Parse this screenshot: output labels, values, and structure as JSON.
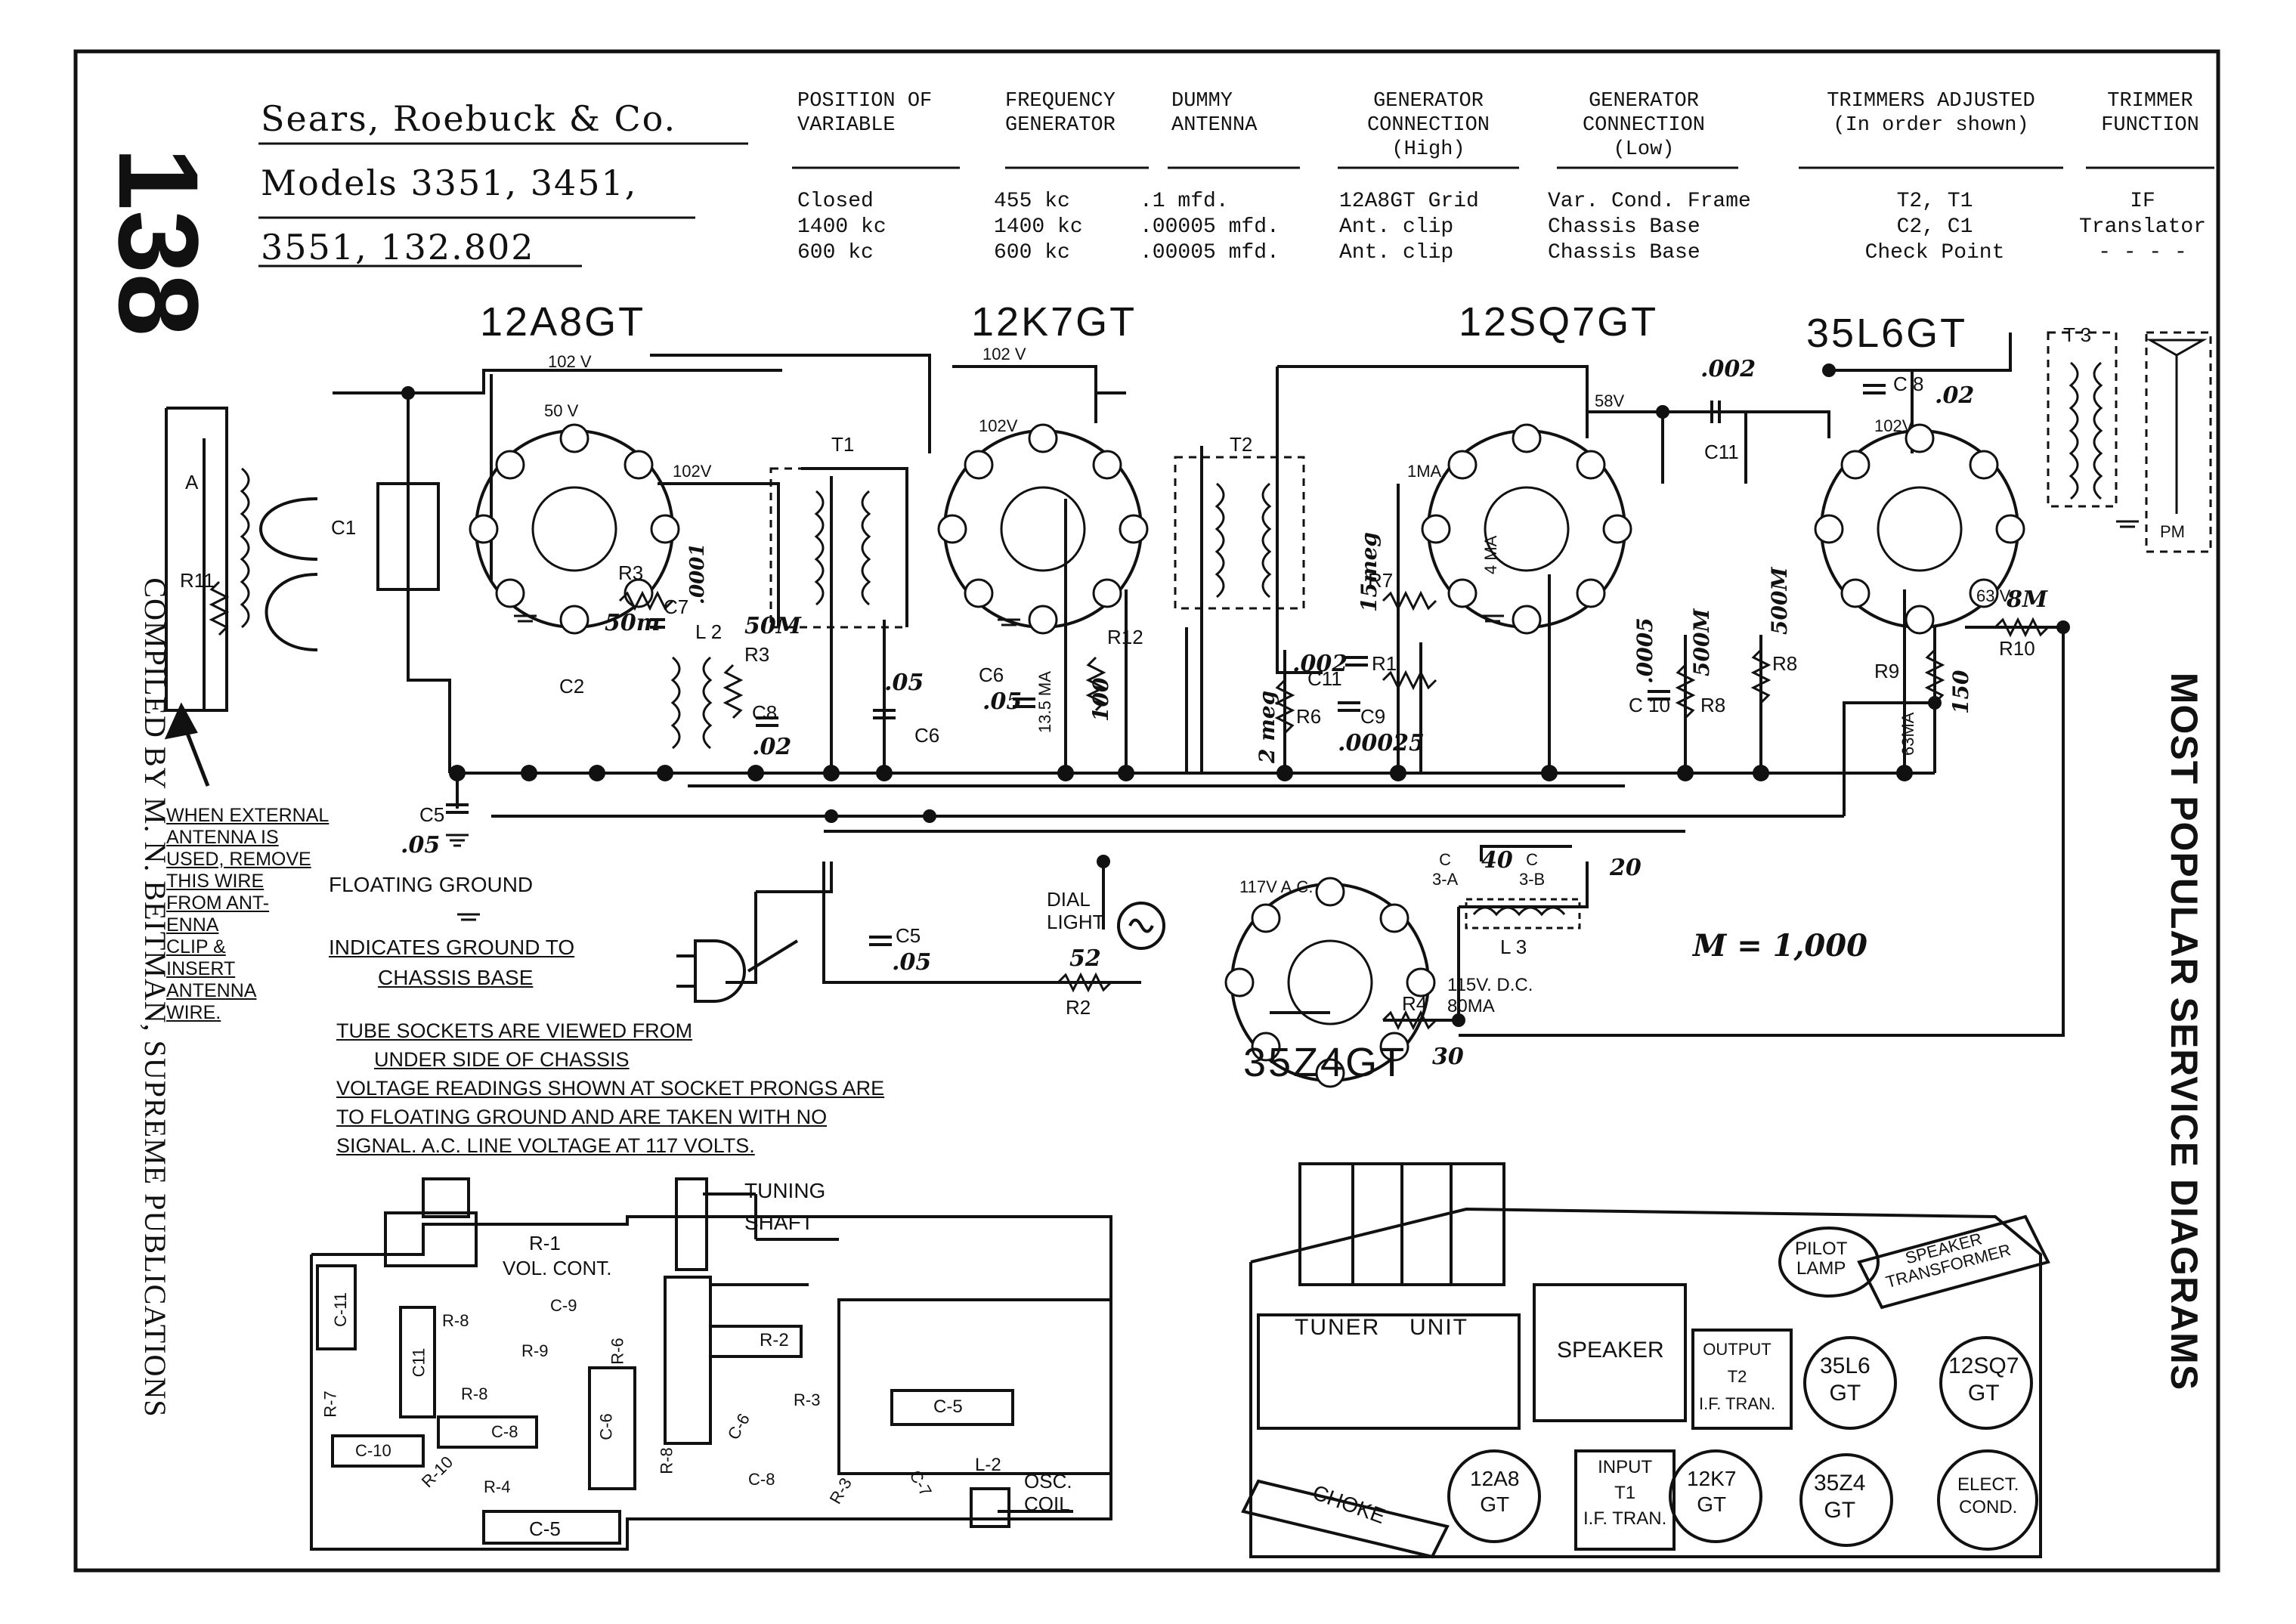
{
  "page_number": "138",
  "header": {
    "company": "Sears, Roebuck & Co.",
    "models_line1": "Models 3351, 3451,",
    "models_line2": "3551, 132.802"
  },
  "alignment_table": {
    "columns": [
      {
        "heading": "POSITION OF\nVARIABLE",
        "rows": [
          "Closed",
          "1400 kc",
          "600 kc"
        ]
      },
      {
        "heading": "FREQUENCY\nGENERATOR",
        "rows": [
          "455 kc",
          "1400 kc",
          "600 kc"
        ]
      },
      {
        "heading": "DUMMY\nANTENNA",
        "rows": [
          ".1 mfd.",
          ".00005 mfd.",
          ".00005 mfd."
        ]
      },
      {
        "heading": "GENERATOR\nCONNECTION\n(High)",
        "rows": [
          "12A8GT Grid",
          "Ant. clip",
          "Ant. clip"
        ]
      },
      {
        "heading": "GENERATOR\nCONNECTION\n(Low)",
        "rows": [
          "Var. Cond. Frame",
          "Chassis Base",
          "Chassis Base"
        ]
      },
      {
        "heading": "TRIMMERS ADJUSTED\n(In order shown)",
        "rows": [
          "T2, T1",
          "C2, C1",
          "Check Point"
        ]
      },
      {
        "heading": "TRIMMER\nFUNCTION",
        "rows": [
          "IF",
          "Translator",
          "- - - -"
        ]
      }
    ]
  },
  "side_text": {
    "left": "COMPILED BY M. N. BEITMAN, SUPREME PUBLICATIONS",
    "right": "MOST POPULAR SERVICE DIAGRAMS"
  },
  "tubes": {
    "t1": "12A8GT",
    "t2": "12K7GT",
    "t3": "12SQ7GT",
    "t4": "35L6GT",
    "t5": "35Z4GT"
  },
  "schematic_labels": {
    "v102a": "102 V",
    "v50": "50 V",
    "v102b": "102V",
    "v102c": "102 V",
    "v102d": "102V",
    "v102e": "102V",
    "v58": "58V",
    "v63": "63 V",
    "v117": "117V\nA.C.",
    "ma4": "4 MA",
    "ma1": "1MA",
    "ma35": "13.5 MA",
    "ma63": "63MA",
    "c1": "C1",
    "c2": "C2",
    "c5a": "C5",
    "c5a_val": ".05",
    "c5b": "C5",
    "c5b_val": ".05",
    "c6": "C6",
    "c6_val": ".05",
    "c6b": "C6",
    "c6b_val": ".05",
    "c7": "C7",
    "c7_val": ".0001",
    "c8": "C8",
    "c8_val": ".02",
    "c8b": "C 8",
    "c8b_val": ".02",
    "c9": "C9",
    "c9_val": ".00025",
    "c10": "C 10",
    "c10_val": ".0005",
    "c11": "C11",
    "c11_val": ".002",
    "c11b": "C11",
    "c11b_val": ".002",
    "c3a": "C\n3-A",
    "c3a_val": "40",
    "c3b": "C\n3-B",
    "c3b_val": "20",
    "r1": "R1",
    "r2": "R2",
    "r2_val": "52",
    "r3": "R3",
    "r3_val": "50m",
    "r3b": "R3",
    "r3b_val": "50M",
    "r4": "R4",
    "r4_val": "30",
    "r6": "R6",
    "r6_val": "2 meg",
    "r7": "R7",
    "r7_val": "15meg",
    "r8": "R8",
    "r8_val": "500M",
    "r8b_val": "500M",
    "r9": "R9",
    "r9_val": "150",
    "r10": "R10",
    "r10_val": "8M",
    "r11": "R11",
    "r12": "R12",
    "r12_val": "100",
    "t1": "T1",
    "t2": "T2",
    "t3": "T 3",
    "l2": "L 2",
    "l3": "L 3",
    "pm": "PM",
    "a": "A",
    "dial_light": "DIAL\nLIGHT",
    "dc": "115V. D.C.\n80MA",
    "m_note": "M = 1,000"
  },
  "notes": {
    "external_antenna": [
      "WHEN EXTERNAL",
      "ANTENNA IS",
      "USED, REMOVE",
      "THIS WIRE",
      "FROM ANT-",
      "ENNA",
      "CLIP &",
      "INSERT",
      "ANTENNA",
      "WIRE."
    ],
    "floating_ground": "FLOATING GROUND",
    "chassis_ground": [
      "INDICATES GROUND TO",
      "CHASSIS BASE"
    ],
    "sockets": [
      "TUBE SOCKETS ARE VIEWED FROM",
      "UNDER SIDE OF CHASSIS",
      "VOLTAGE READINGS SHOWN AT SOCKET PRONGS ARE",
      "TO FLOATING GROUND AND ARE TAKEN WITH NO",
      "SIGNAL.  A.C. LINE VOLTAGE AT 117 VOLTS."
    ]
  },
  "bottom_left": {
    "tuning_shaft": "TUNING\nSHAFT",
    "r1": "R-1",
    "vol_cont": "VOL. CONT.",
    "c11": "C-11",
    "r7": "R-7",
    "r8a": "R-8",
    "c9": "C-9",
    "r9": "R-9",
    "r6": "R-6",
    "r2": "R-2",
    "c11b": "C11",
    "r8b": "R-8",
    "c8a": "C-8",
    "c10": "C-10",
    "r10": "R-10",
    "r4": "R-4",
    "c6": "C-6",
    "r8c": "R-8",
    "c6b": "C-6",
    "c8b": "C-8",
    "r3a": "R-3",
    "c5a": "C-5",
    "r3b": "R-3",
    "c7": "C-7",
    "l2": "L-2",
    "osc_coil": "OSC.\nCOIL",
    "c5b": "C-5"
  },
  "bottom_right": {
    "tuner": "TUNER",
    "unit": "UNIT",
    "speaker": "SPEAKER",
    "pilot_lamp": "PILOT\nLAMP",
    "speaker_transformer": "SPEAKER\nTRANSFORMER",
    "output": "OUTPUT\nT2\nI.F. TRAN.",
    "s35l6": "35L6\nGT",
    "s12sq7": "12SQ7\nGT",
    "choke": "CHOKE",
    "s12a8": "12A8\nGT",
    "input": "INPUT\nT1\nI.F. TRAN.",
    "s12k7": "12K7\nGT",
    "s35z4": "35Z4\nGT",
    "elect_cond": "ELECT.\nCOND."
  }
}
